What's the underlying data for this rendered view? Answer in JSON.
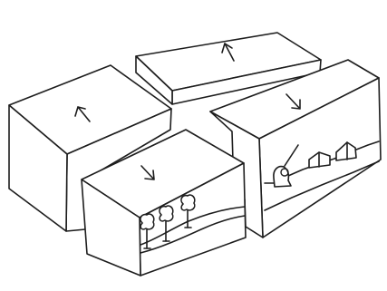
{
  "diagram": {
    "style": "hand-drawn sketch",
    "arrow_color": "#3d7fb8",
    "ink_color": "#1d1d1d",
    "blocks": [
      {
        "id": "back-left",
        "motion": "up"
      },
      {
        "id": "back-right",
        "motion": "up"
      },
      {
        "id": "front-left",
        "motion": "down",
        "cutaway_contents": "trees-on-ground"
      },
      {
        "id": "front-right",
        "motion": "down",
        "cutaway_contents": "person-with-houses"
      }
    ],
    "icons": [
      "up-arrow-icon",
      "down-arrow-icon",
      "tree-icon",
      "person-icon",
      "house-icon"
    ]
  }
}
